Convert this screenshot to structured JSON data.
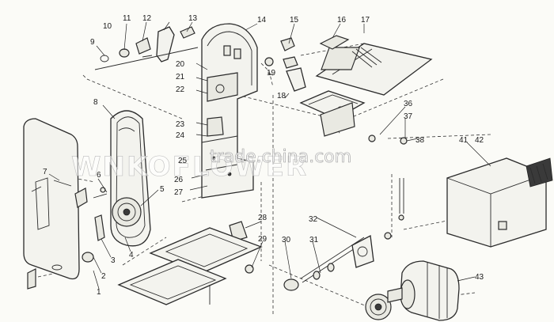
{
  "parts": [
    {
      "id": "p1",
      "label": "1"
    },
    {
      "id": "p2",
      "label": "2"
    },
    {
      "id": "p3",
      "label": "3"
    },
    {
      "id": "p4",
      "label": "4"
    },
    {
      "id": "p5",
      "label": "5"
    },
    {
      "id": "p6",
      "label": "6"
    },
    {
      "id": "p7",
      "label": "7"
    },
    {
      "id": "p8",
      "label": "8"
    },
    {
      "id": "p9",
      "label": "9"
    },
    {
      "id": "p10",
      "label": "10"
    },
    {
      "id": "p11",
      "label": "11"
    },
    {
      "id": "p12",
      "label": "12"
    },
    {
      "id": "p13",
      "label": "13"
    },
    {
      "id": "p14",
      "label": "14"
    },
    {
      "id": "p15",
      "label": "15"
    },
    {
      "id": "p16",
      "label": "16"
    },
    {
      "id": "p17",
      "label": "17"
    },
    {
      "id": "p18",
      "label": "18"
    },
    {
      "id": "p19",
      "label": "19"
    },
    {
      "id": "p20",
      "label": "20"
    },
    {
      "id": "p21",
      "label": "21"
    },
    {
      "id": "p22",
      "label": "22"
    },
    {
      "id": "p23",
      "label": "23"
    },
    {
      "id": "p24",
      "label": "24"
    },
    {
      "id": "p25",
      "label": "25"
    },
    {
      "id": "p26",
      "label": "26"
    },
    {
      "id": "p27",
      "label": "27"
    },
    {
      "id": "p28",
      "label": "28"
    },
    {
      "id": "p29",
      "label": "29"
    },
    {
      "id": "p30",
      "label": "30"
    },
    {
      "id": "p31",
      "label": "31"
    },
    {
      "id": "p32",
      "label": "32"
    },
    {
      "id": "p36",
      "label": "36"
    },
    {
      "id": "p37",
      "label": "37"
    },
    {
      "id": "p38",
      "label": "38"
    },
    {
      "id": "p41",
      "label": "41"
    },
    {
      "id": "p42",
      "label": "42"
    },
    {
      "id": "p43",
      "label": "43"
    }
  ],
  "watermark": {
    "site": "trade.china.com",
    "brand": "WNKOFLOWER"
  }
}
